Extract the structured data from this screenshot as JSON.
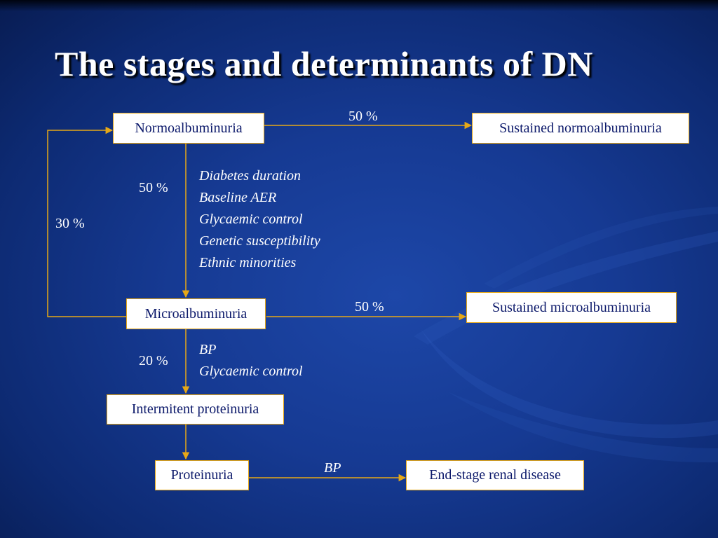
{
  "slide": {
    "title": "The stages and determinants of DN"
  },
  "nodes": {
    "normo": "Normoalbuminuria",
    "sustained_normo": "Sustained normoalbuminuria",
    "micro": "Microalbuminuria",
    "sustained_micro": "Sustained microalbuminuria",
    "intermittent": "Intermitent proteinuria",
    "proteinuria": "Proteinuria",
    "esrd": "End-stage renal disease"
  },
  "edges": {
    "normo_to_sustained": "50 %",
    "normo_to_micro": "50 %",
    "micro_back_to_normo": "30 %",
    "micro_to_sustained": "50 %",
    "micro_to_intermittent": "20 %",
    "proteinuria_to_esrd": "BP"
  },
  "determinants": {
    "normo_to_micro": [
      "Diabetes duration",
      "Baseline AER",
      "Glycaemic control",
      "Genetic susceptibility",
      "Ethnic minorities"
    ],
    "micro_to_intermittent": [
      "BP",
      "Glycaemic control"
    ]
  },
  "colors": {
    "background": "#163a93",
    "arrow": "#e6a817",
    "box_text": "#0d1a6b"
  }
}
